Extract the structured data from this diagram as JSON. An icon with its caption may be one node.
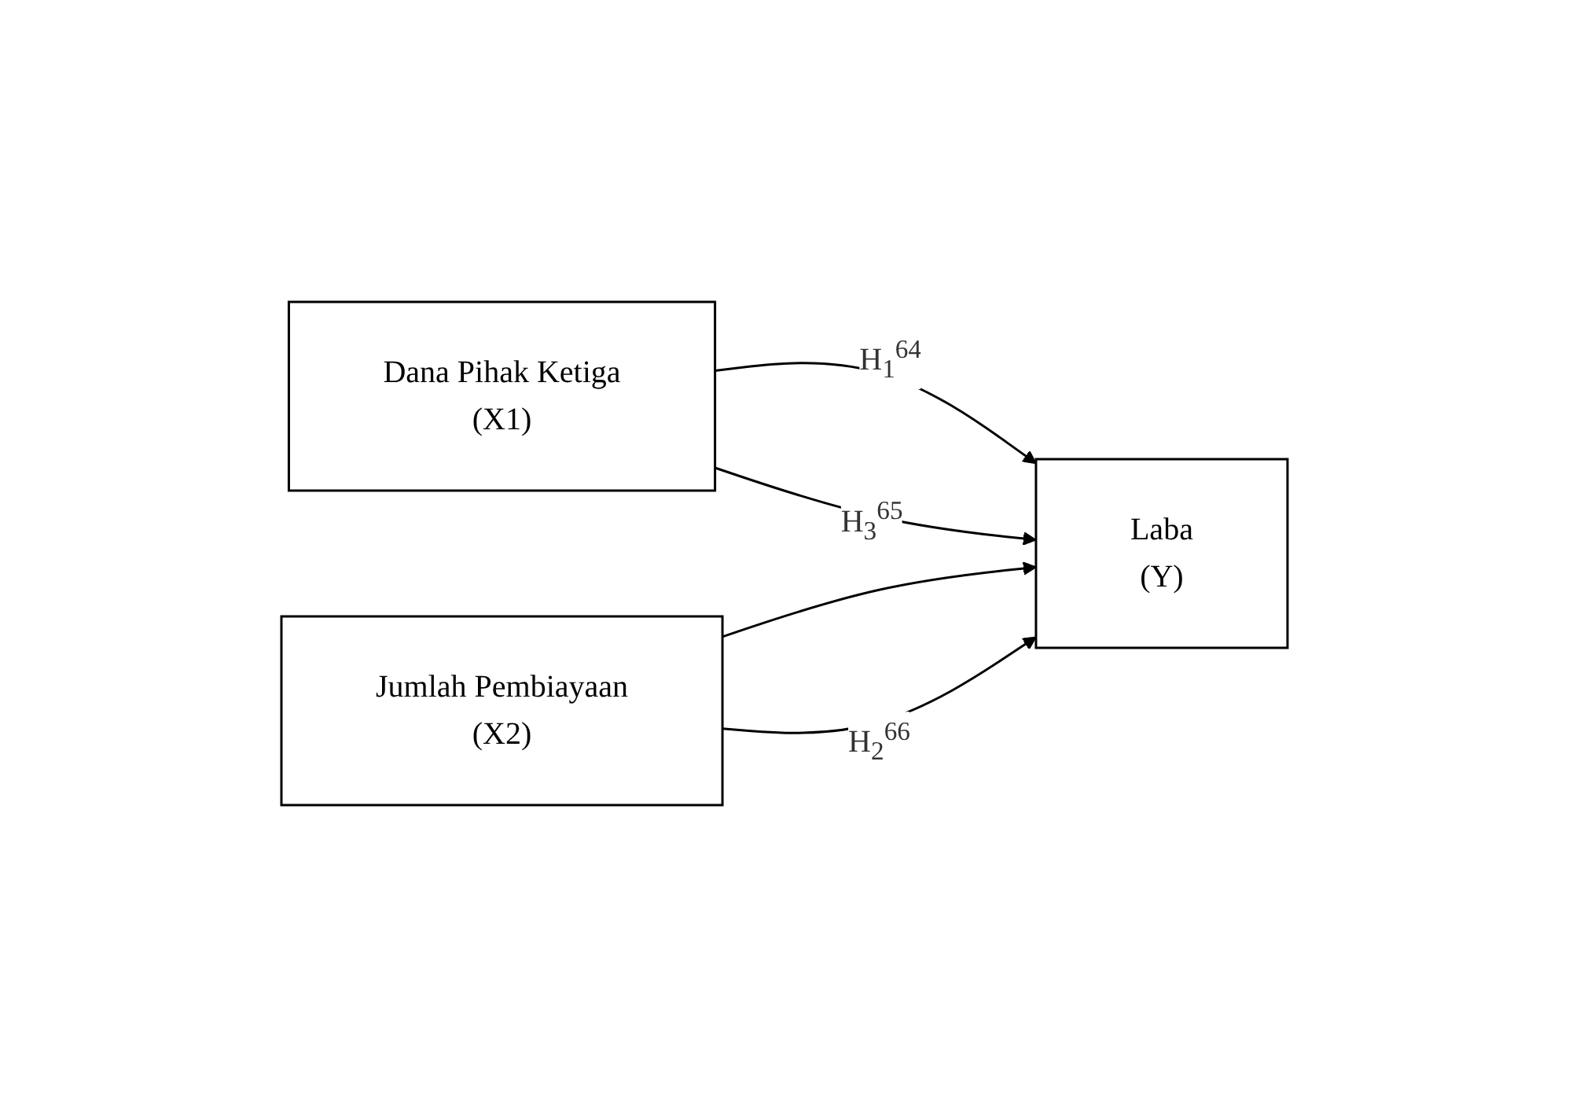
{
  "diagram": {
    "nodes": [
      {
        "text": [
          "Dana Pihak Ketiga",
          "(X1)"
        ]
      },
      {
        "text": [
          "Jumlah Pembiayaan",
          "(X2)"
        ]
      },
      {
        "text": [
          "Laba",
          "(Y)"
        ]
      }
    ],
    "edges": [
      {
        "from": 0,
        "to": 2,
        "arrow": "to",
        "label": "H$_{1}$$^{64}$"
      },
      {
        "from": 0,
        "to": 2,
        "arrow": "to",
        "label": "H$_{3}$$^{65}$"
      },
      {
        "from": 1,
        "to": 2,
        "arrow": "to"
      },
      {
        "from": 1,
        "to": 2,
        "arrow": "to",
        "label": "H$_{2}$$^{66}$"
      }
    ]
  }
}
